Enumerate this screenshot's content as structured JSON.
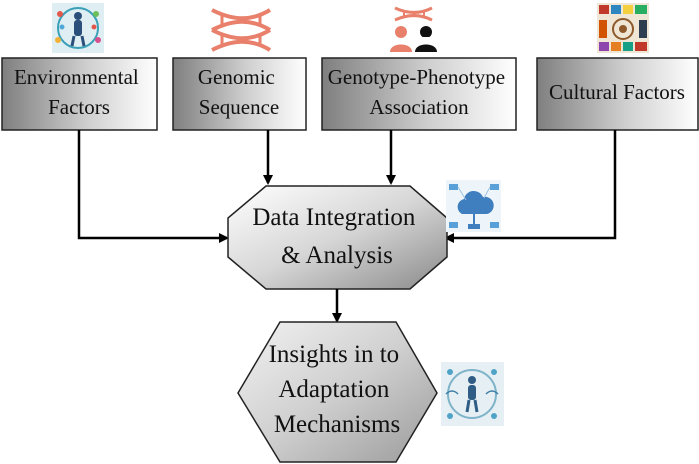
{
  "colors": {
    "box_gradient_light": "#ffffff",
    "box_gradient_dark": "#8c8c8c",
    "border": "#222222",
    "arrow": "#000000",
    "dna_icon": "#e8806b",
    "icon_bg": "#eaf1f5"
  },
  "inputs": [
    {
      "lines": [
        "Environmental",
        "Factors"
      ],
      "icon": "human-body-health-icon"
    },
    {
      "lines": [
        "Genomic",
        "Sequence"
      ],
      "icon": "dna-helix-icon"
    },
    {
      "lines": [
        "Genotype-Phenotype",
        "Association"
      ],
      "icon": "dna-people-icon"
    },
    {
      "lines": [
        "Cultural Factors"
      ],
      "icon": "culture-collage-icon"
    }
  ],
  "integration": {
    "lines": [
      "Data Integration",
      "& Analysis"
    ],
    "icon": "cloud-data-network-icon"
  },
  "insights": {
    "lines": [
      "Insights in to",
      "Adaptation",
      "Mechanisms"
    ],
    "icon": "human-adaptation-icon"
  }
}
